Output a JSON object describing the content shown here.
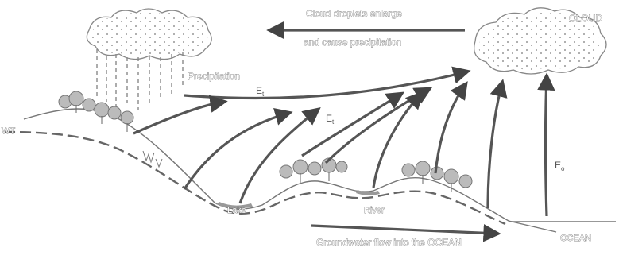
{
  "labels": {
    "cloud": "CLOUD",
    "droplets_line1": "Cloud droplets enlarge",
    "droplets_line2": "and cause precipitation",
    "precipitation": "Precipitation",
    "et_upper": "E",
    "et_upper_sub": "t",
    "et_middle": "E",
    "et_middle_sub": "t",
    "evap_ocean": "E",
    "evap_ocean_sub": "o",
    "wt": "WT",
    "lake": "Lake",
    "river": "River",
    "ocean": "OCEAN",
    "groundwater": "Groundwater flow into the OCEAN"
  }
}
